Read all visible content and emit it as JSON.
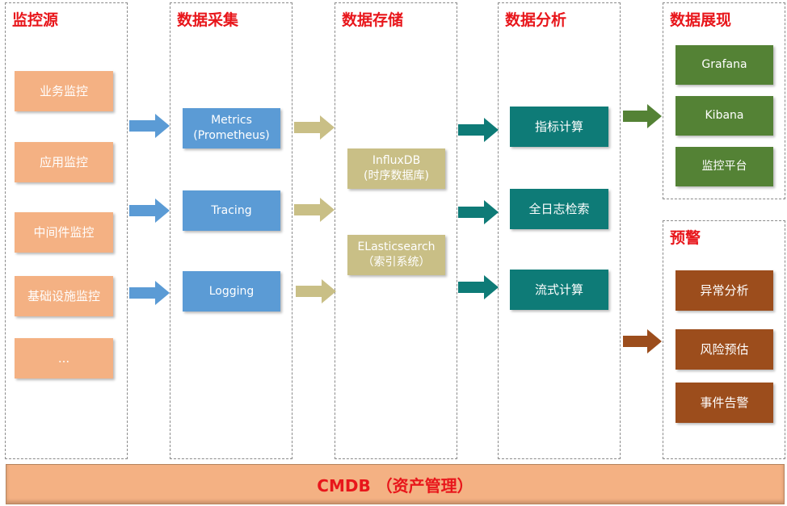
{
  "columns": {
    "source": {
      "title": "监控源",
      "items": [
        "业务监控",
        "应用监控",
        "中间件监控",
        "基础设施监控",
        "..."
      ]
    },
    "collect": {
      "title": "数据采集",
      "items": [
        "Metrics\n(Prometheus)",
        "Tracing",
        "Logging"
      ]
    },
    "storage": {
      "title": "数据存储",
      "items": [
        "InfluxDB\n(时序数据库)",
        "ELasticsearch\n（索引系统）"
      ]
    },
    "analysis": {
      "title": "数据分析",
      "items": [
        "指标计算",
        "全日志检索",
        "流式计算"
      ]
    },
    "display": {
      "title": "数据展现",
      "items": [
        "Grafana",
        "Kibana",
        "监控平台"
      ]
    },
    "alert": {
      "title": "预警",
      "items": [
        "异常分析",
        "风险预估",
        "事件告警"
      ]
    }
  },
  "footer": {
    "label": "CMDB （资产管理）"
  },
  "colors": {
    "title_red": "#e8161b",
    "source_box": "#f4b183",
    "collect_box": "#5b9bd5",
    "storage_box": "#c9bf86",
    "analysis_box": "#0e7b77",
    "display_box": "#548235",
    "alert_box": "#9c4d1c",
    "arrow_blue": "#5b9bd5",
    "arrow_khaki": "#c9bf86",
    "arrow_teal": "#0e7b77",
    "arrow_green": "#548235",
    "arrow_brown": "#9c4d1c"
  }
}
